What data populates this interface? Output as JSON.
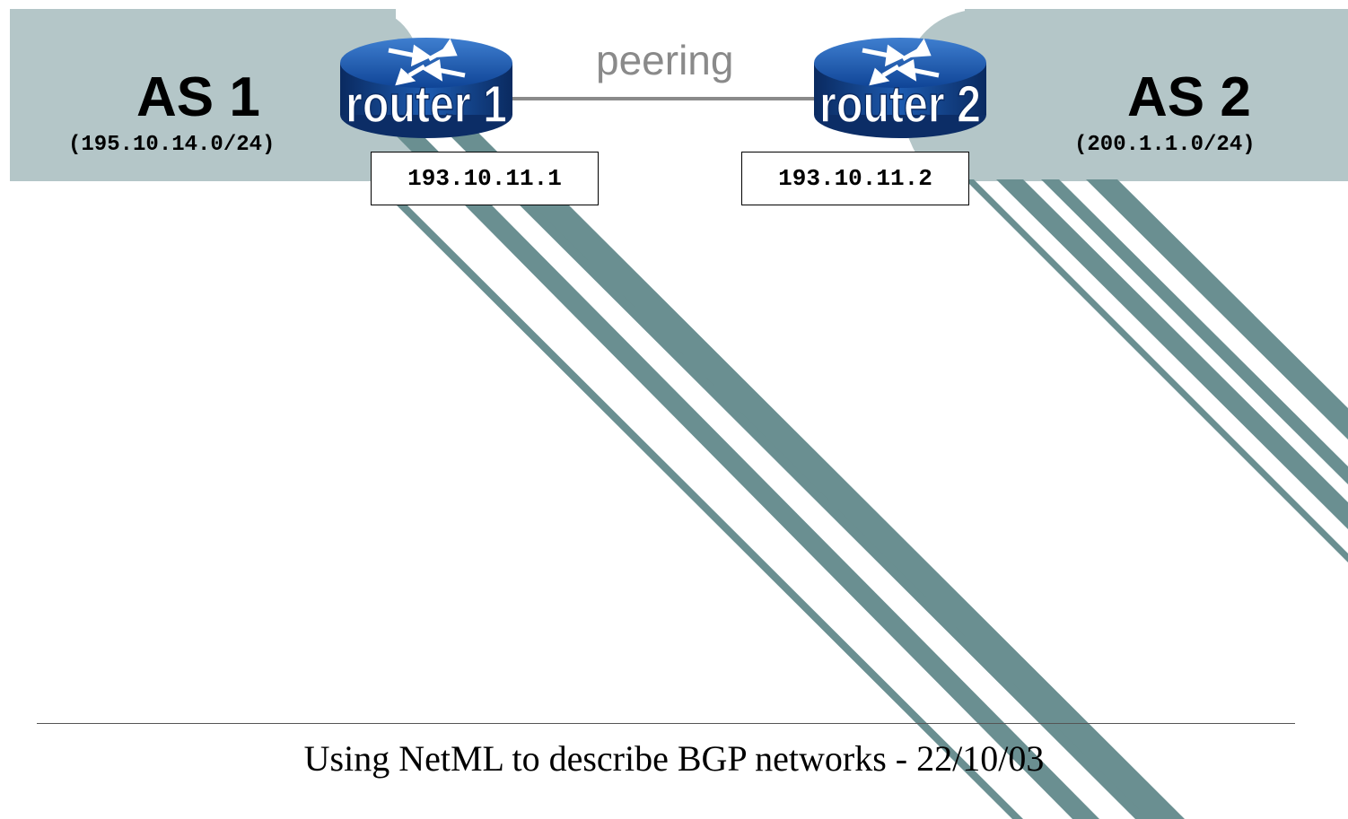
{
  "as1": {
    "title": "AS 1",
    "prefix": "(195.10.14.0/24)"
  },
  "as2": {
    "title": "AS 2",
    "prefix": "(200.1.1.0/24)"
  },
  "router1": {
    "label": "router 1",
    "ip": "193.10.11.1"
  },
  "router2": {
    "label": "router 2",
    "ip": "193.10.11.2"
  },
  "link": {
    "label": "peering"
  },
  "footer": {
    "text": "Using NetML to describe BGP networks  -  22/10/03"
  },
  "colors": {
    "as_region": "#b4c6c8",
    "stripe": "#6a8f91",
    "router_blue": "#1a4f9e",
    "router_dark": "#0c2d66",
    "peering_text": "#8a8a8a"
  },
  "icons": [
    "router-icon",
    "router-icon"
  ]
}
